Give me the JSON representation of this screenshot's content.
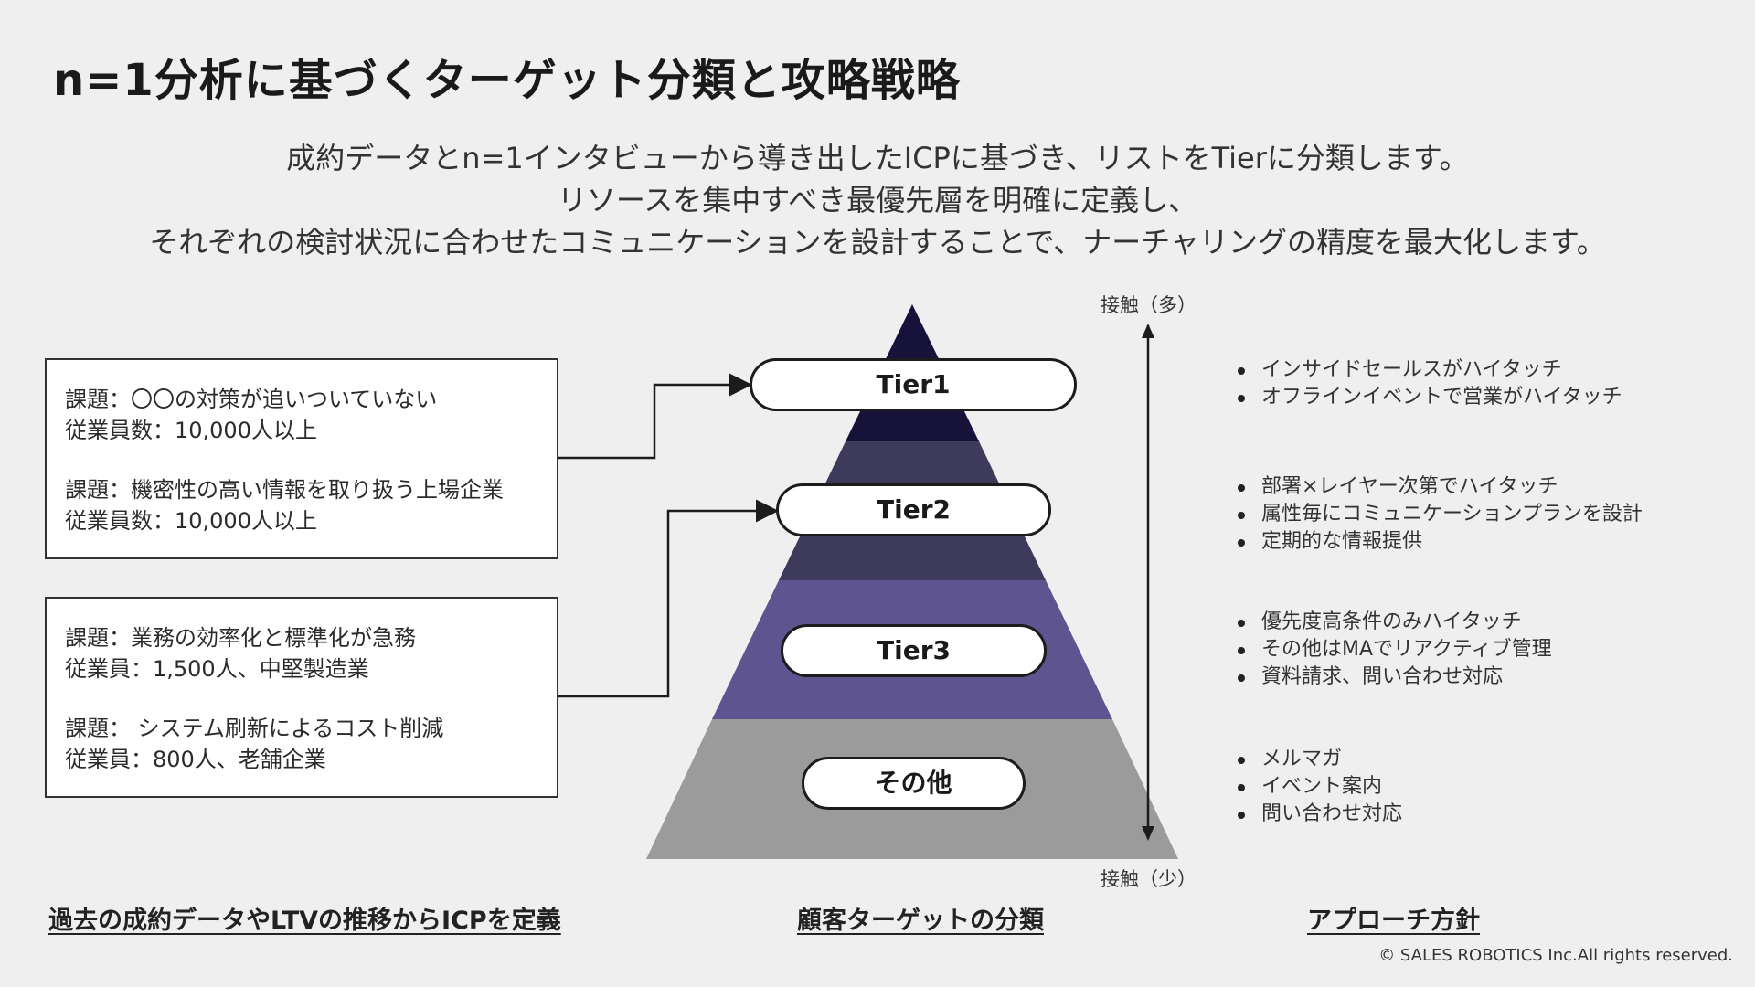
{
  "title": "n=1分析に基づくターゲット分類と攻略戦略",
  "intro": [
    "成約データとn=1インタビューから導き出したICPに基づき、リストをTierに分類します。",
    "リソースを集中すべき最優先層を明確に定義し、",
    "それぞれの検討状況に合わせたコミュニケーションを設計することで、ナーチャリングの精度を最大化します。"
  ],
  "icp_boxes": [
    {
      "issue_a": "課題：〇〇の対策が追いついていない",
      "size_a": "従業員数：10,000人以上",
      "issue_b": "課題：機密性の高い情報を取り扱う上場企業",
      "size_b": "従業員数：10,000人以上"
    },
    {
      "issue_a": "課題：業務の効率化と標準化が急務",
      "size_a": "従業員：1,500人、中堅製造業",
      "issue_b": "課題： システム刷新によるコスト削減",
      "size_b": "従業員：800人、老舗企業"
    }
  ],
  "tiers": [
    {
      "label": "Tier1",
      "color": "#16123a"
    },
    {
      "label": "Tier2",
      "color": "#3e3a5c"
    },
    {
      "label": "Tier3",
      "color": "#5e5590"
    },
    {
      "label": "その他",
      "color": "#9b9b9b"
    }
  ],
  "axis": {
    "top_label": "接触（多）",
    "bottom_label": "接触（少）"
  },
  "approaches": [
    [
      "インサイドセールスがハイタッチ",
      "オフラインイベントで営業がハイタッチ"
    ],
    [
      "部署×レイヤー次第でハイタッチ",
      "属性毎にコミュニケーションプランを設計",
      "定期的な情報提供"
    ],
    [
      "優先度高条件のみハイタッチ",
      "その他はMAでリアクティブ管理",
      "資料請求、問い合わせ対応"
    ],
    [
      "メルマガ",
      "イベント案内",
      "問い合わせ対応"
    ]
  ],
  "footer": {
    "left": "過去の成約データやLTVの推移からICPを定義",
    "center": "顧客ターゲットの分類",
    "right": "アプローチ方針",
    "copyright": "© SALES ROBOTICS Inc.All rights reserved."
  }
}
